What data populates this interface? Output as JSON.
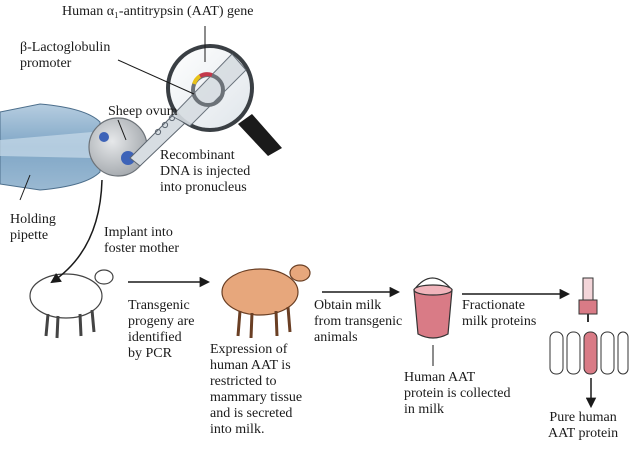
{
  "labels": {
    "aat_gene": "Human α₁-antitrypsin (AAT) gene",
    "promoter": "β-Lactoglobulin\npromoter",
    "sheep_ovum": "Sheep ovum",
    "recombinant_dna": "Recombinant\nDNA is injected\ninto pronucleus",
    "holding_pipette": "Holding\npipette",
    "implant": "Implant into\nfoster mother",
    "transgenic_progeny": "Transgenic\nprogeny are\nidentified\nby PCR",
    "expression": "Expression of\nhuman AAT is\nrestricted to\nmammary tissue\nand is secreted\ninto milk.",
    "obtain_milk": "Obtain milk\nfrom transgenic\nanimals",
    "collected": "Human AAT\nprotein is collected\nin milk",
    "fractionate": "Fractionate\nmilk proteins",
    "pure_protein": "Pure human\nAAT protein"
  },
  "colors": {
    "pipette_blue": "#8fb3cf",
    "ovum_gray": "#bfc3c7",
    "pronucleus_blue": "#3d63b8",
    "sheep_white": "#ffffff",
    "sheep_tan": "#e7a77c",
    "milk_pink": "#d97b86",
    "gene_yellow": "#e8c21a",
    "gene_red": "#c4384a",
    "handle_black": "#1a1a1a"
  }
}
